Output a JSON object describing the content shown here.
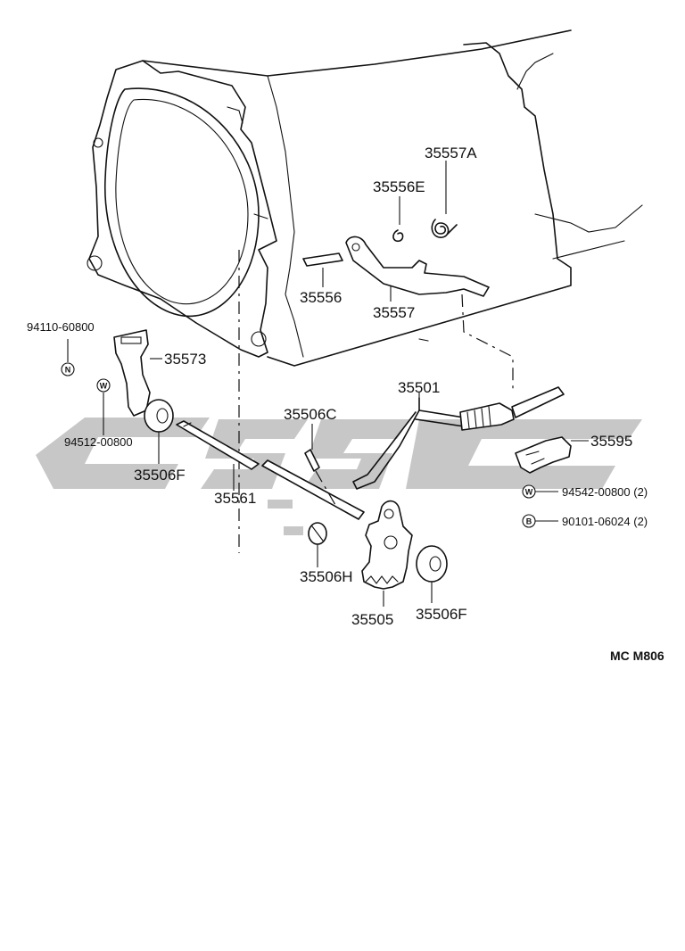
{
  "watermark": {
    "color": "#bdbdbd"
  },
  "parts": {
    "p35557A": "35557A",
    "p35556E": "35556E",
    "p35556": "35556",
    "p35557": "35557",
    "p94110": "94110-60800",
    "p35573": "35573",
    "p94512": "94512-00800",
    "p35506F_left": "35506F",
    "p35561": "35561",
    "p35506C": "35506C",
    "p35501": "35501",
    "p35595": "35595",
    "p94542": "94542-00800 (2)",
    "p90101": "90101-06024 (2)",
    "p35506H": "35506H",
    "p35505": "35505",
    "p35506F_right": "35506F"
  },
  "badges": {
    "n": "N",
    "w1": "W",
    "w2": "W",
    "b": "B"
  },
  "diagram_code": "MC M806"
}
